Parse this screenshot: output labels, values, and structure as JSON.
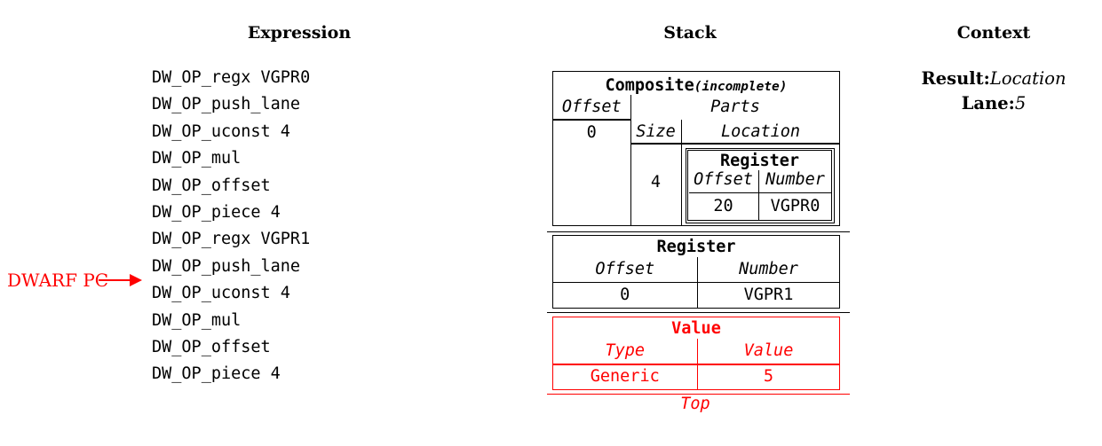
{
  "headers": {
    "expression": "Expression",
    "stack": "Stack",
    "context": "Context"
  },
  "expression": {
    "items": [
      "DW_OP_regx VGPR0",
      "DW_OP_push_lane",
      "DW_OP_uconst 4",
      "DW_OP_mul",
      "DW_OP_offset",
      "DW_OP_piece 4",
      "DW_OP_regx VGPR1",
      "DW_OP_push_lane",
      "DW_OP_uconst 4",
      "DW_OP_mul",
      "DW_OP_offset",
      "DW_OP_piece 4"
    ]
  },
  "dwarf_pc": {
    "label": "DWARF PC"
  },
  "stack": {
    "composite": {
      "title": "Composite",
      "qualifier": "(incomplete)",
      "offset_header": "Offset",
      "offset_value": "0",
      "parts_header": "Parts",
      "size_header": "Size",
      "location_header": "Location",
      "size_value": "4",
      "part": {
        "title": "Register",
        "offset_header": "Offset",
        "number_header": "Number",
        "offset_value": "20",
        "number_value": "VGPR0"
      }
    },
    "register": {
      "title": "Register",
      "offset_header": "Offset",
      "number_header": "Number",
      "offset_value": "0",
      "number_value": "VGPR1"
    },
    "value": {
      "title": "Value",
      "type_header": "Type",
      "value_header": "Value",
      "type_value": "Generic",
      "value_value": "5"
    },
    "top_label": "Top"
  },
  "context": {
    "result_label": "Result:",
    "result_value": "Location",
    "lane_label": "Lane:",
    "lane_value": "5"
  },
  "colors": {
    "accent_red": "#ff0000",
    "text": "#000000",
    "background": "#ffffff"
  }
}
